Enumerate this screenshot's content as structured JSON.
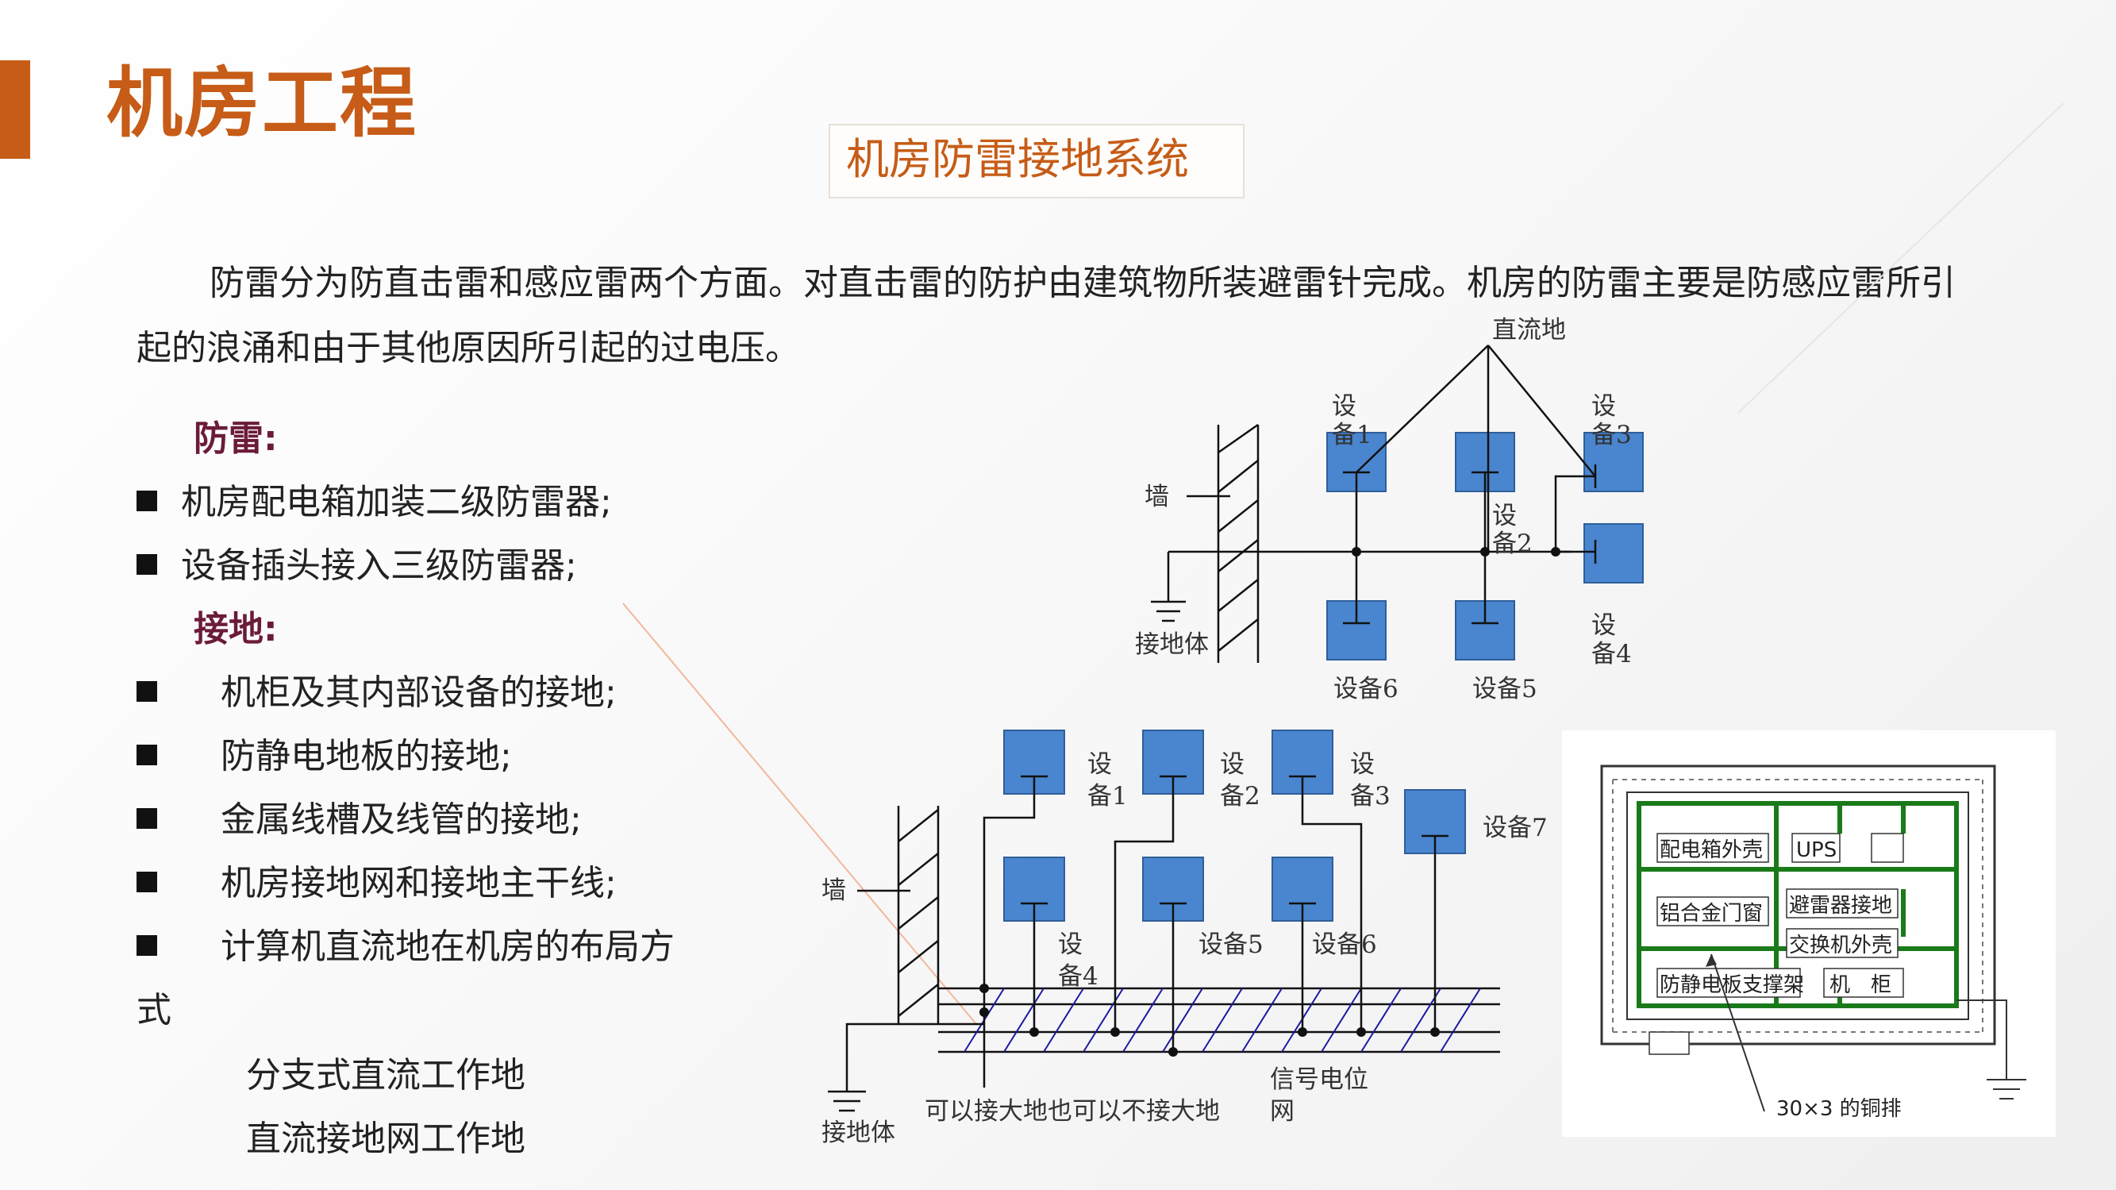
{
  "page": {
    "title": "机房工程",
    "subtitle": "机房防雷接地系统",
    "intro": "防雷分为防直击雷和感应雷两个方面。对直击雷的防护由建筑物所装避雷针完成。机房的防雷主要是防感应雷所引起的浪涌和由于其他原因所引起的过电压。"
  },
  "sections": [
    {
      "heading": "防雷:",
      "items": [
        "机房配电箱加装二级防雷器;",
        "设备插头接入三级防雷器;"
      ]
    },
    {
      "heading": "接地:",
      "items": [
        "机柜及其内部设备的接地;",
        "防静电地板的接地;",
        "金属线槽及线管的接地;",
        "机房接地网和接地主干线;",
        "计算机直流地在机房的布局方",
        "式"
      ]
    }
  ],
  "sub_items": [
    "分支式直流工作地",
    "直流接地网工作地"
  ],
  "diagram_top": {
    "root": "直流地",
    "wall": "墙",
    "ground": "接地体",
    "devices": [
      "设备1",
      "设备2",
      "设备3",
      "设备4",
      "设备5",
      "设备6"
    ],
    "dev1_a": "设",
    "dev1_b": "备1",
    "dev2_a": "设",
    "dev2_b": "备2",
    "dev3_a": "设",
    "dev3_b": "备3",
    "dev4_a": "设",
    "dev4_b": "备4"
  },
  "diagram_bottom": {
    "wall": "墙",
    "ground": "接地体",
    "note": "可以接大地也可以不接大地",
    "grid_a": "信号电位",
    "grid_b": "网",
    "dev1_a": "设",
    "dev1_b": "备1",
    "dev2_a": "设",
    "dev2_b": "备2",
    "dev3_a": "设",
    "dev3_b": "备3",
    "dev4_a": "设",
    "dev4_b": "备4",
    "dev5": "设备5",
    "dev6": "设备6",
    "dev7": "设备7"
  },
  "diagram_room": {
    "cells": [
      "配电箱外壳",
      "UPS",
      "铝合金门窗",
      "避雷器接地",
      "交换机外壳",
      "防静电板支撑架",
      "机　柜"
    ],
    "note": "30×3 的铜排"
  },
  "colors": {
    "accent": "#c65c17",
    "section": "#6b1b3a",
    "device": "#4a86cf",
    "mesh": "#1a1aa0",
    "copper": "#1a7a1a"
  }
}
